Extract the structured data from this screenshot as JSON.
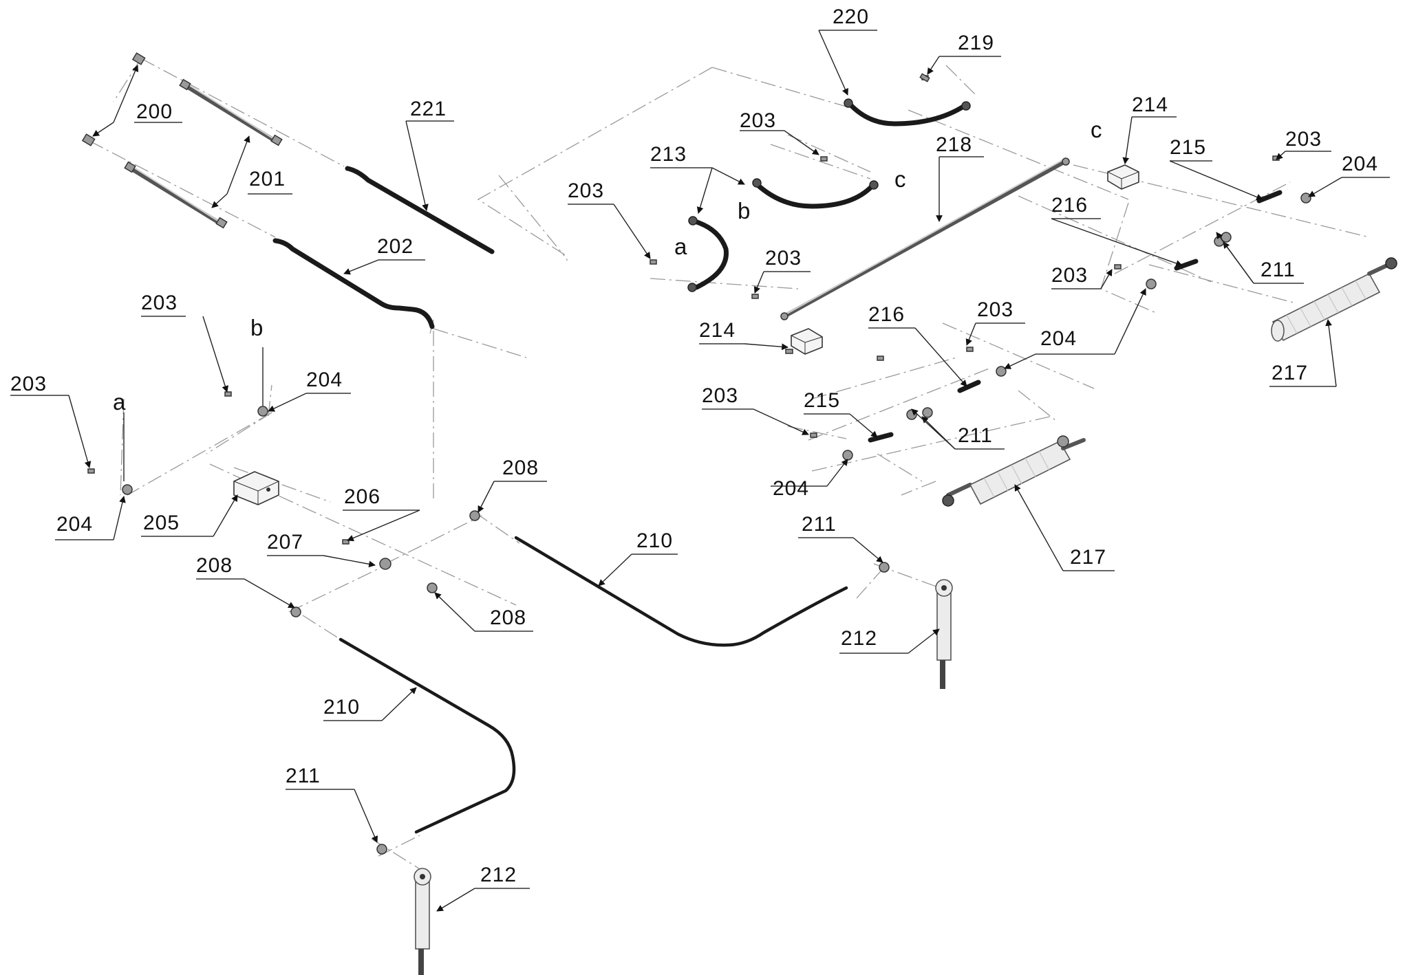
{
  "diagram": {
    "callouts": [
      {
        "id": "200",
        "text": "200"
      },
      {
        "id": "201",
        "text": "201"
      },
      {
        "id": "202",
        "text": "202"
      },
      {
        "id": "203",
        "text": "203"
      },
      {
        "id": "204",
        "text": "204"
      },
      {
        "id": "205",
        "text": "205"
      },
      {
        "id": "206",
        "text": "206"
      },
      {
        "id": "207",
        "text": "207"
      },
      {
        "id": "208",
        "text": "208"
      },
      {
        "id": "210",
        "text": "210"
      },
      {
        "id": "211",
        "text": "211"
      },
      {
        "id": "212",
        "text": "212"
      },
      {
        "id": "213",
        "text": "213"
      },
      {
        "id": "214",
        "text": "214"
      },
      {
        "id": "215",
        "text": "215"
      },
      {
        "id": "216",
        "text": "216"
      },
      {
        "id": "217",
        "text": "217"
      },
      {
        "id": "218",
        "text": "218"
      },
      {
        "id": "219",
        "text": "219"
      },
      {
        "id": "220",
        "text": "220"
      },
      {
        "id": "221",
        "text": "221"
      }
    ],
    "ports": {
      "a": "a",
      "b": "b",
      "c": "c"
    }
  }
}
